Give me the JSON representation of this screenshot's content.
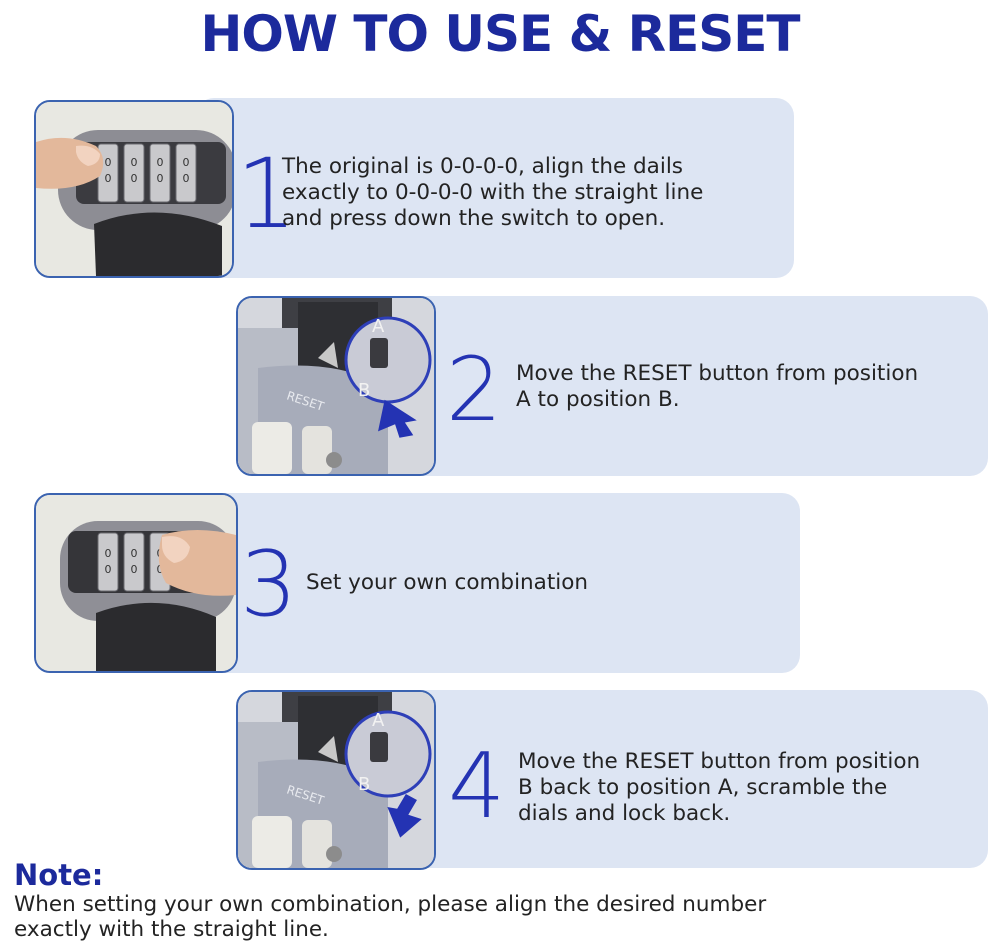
{
  "title": "HOW TO USE & RESET",
  "steps": [
    {
      "number": "1",
      "text": "The original is 0-0-0-0, align the dails\nexactly to 0-0-0-0 with the straight line\nand press down the switch to open."
    },
    {
      "number": "2",
      "text": "Move the RESET button from position\nA to position B."
    },
    {
      "number": "3",
      "text": "Set your own combination"
    },
    {
      "number": "4",
      "text": "Move the RESET button from position\nB back to position A, scramble the\ndials and lock back."
    }
  ],
  "photo_labels": {
    "reset": "RESET",
    "position_a": "A",
    "position_b": "B"
  },
  "note": {
    "title": "Note:",
    "text": "When setting your own combination, please align the desired number\nexactly with the straight line."
  },
  "colors": {
    "title": "#1c2a9c",
    "step_number": "#2433b3",
    "panel": "#dde5f3",
    "photo_border": "#3b63b0"
  }
}
